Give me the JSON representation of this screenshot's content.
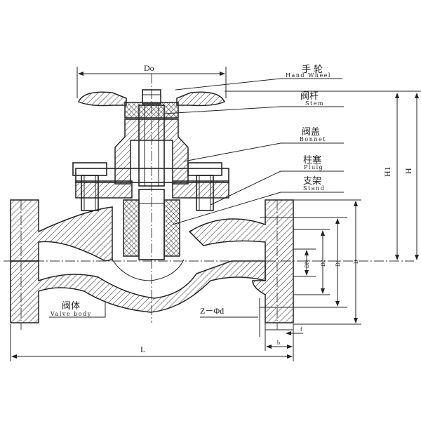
{
  "labels": {
    "hand_wheel": {
      "cn": "手 轮",
      "en": "Hand Wheel"
    },
    "stem": {
      "cn": "阀杆",
      "en": "Stem"
    },
    "bonnet": {
      "cn": "阀盖",
      "en": "Bonnet"
    },
    "plug": {
      "cn": "柱塞",
      "en": "Plulg"
    },
    "stand": {
      "cn": "支架",
      "en": "Stand"
    },
    "valve_body": {
      "cn": "阀体",
      "en": "Valve body"
    }
  },
  "dimensions": {
    "do": "Do",
    "h1": "H1",
    "h": "H",
    "dn": "DN",
    "d2": "D2",
    "d1": "D1",
    "d": "D",
    "z_phi_d": "Z－Φd",
    "f": "f",
    "b": "b",
    "l": "L"
  }
}
